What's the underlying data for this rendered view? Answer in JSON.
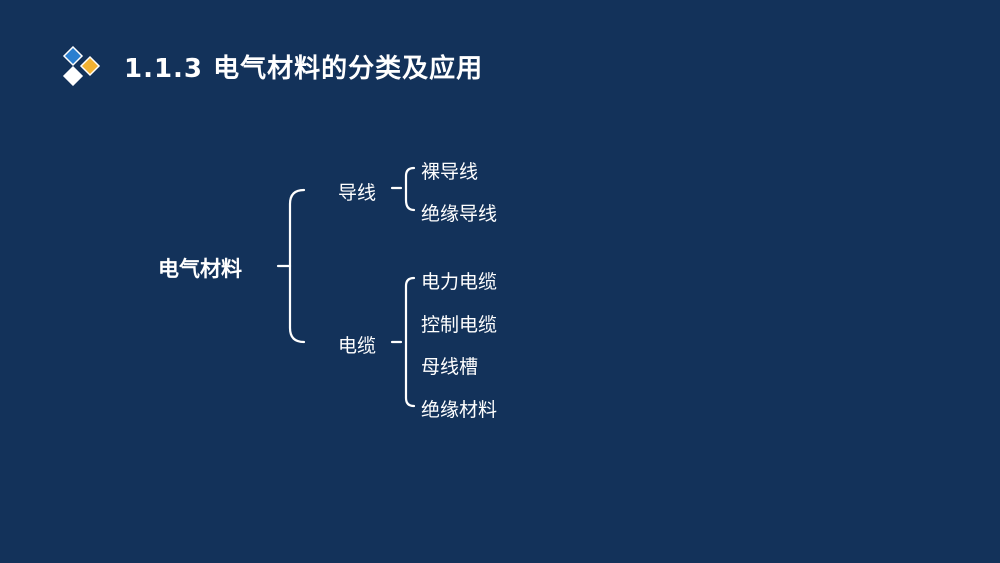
{
  "slide": {
    "title": "1.1.3  电气材料的分类及应用"
  },
  "tree": {
    "root": "电气材料",
    "branches": [
      {
        "label": "导线",
        "children": [
          "裸导线",
          "绝缘导线"
        ]
      },
      {
        "label": "电缆",
        "children": [
          "电力电缆",
          "控制电缆",
          "母线槽",
          "绝缘材料"
        ]
      }
    ]
  },
  "colors": {
    "background": "#13325a",
    "logo_blue": "#2a7fd0",
    "logo_yellow": "#f2b233",
    "logo_white": "#ffffff",
    "line": "#ffffff"
  }
}
